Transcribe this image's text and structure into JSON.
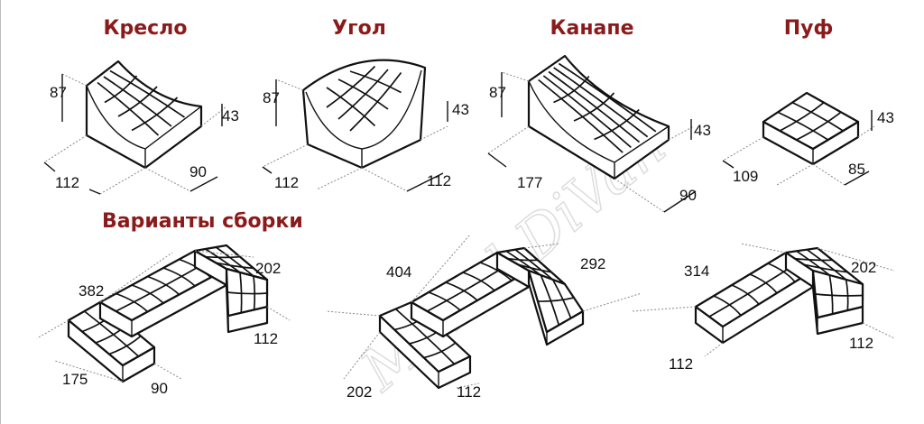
{
  "titles": {
    "armchair": "Кресло",
    "corner": "Угол",
    "canape": "Канапе",
    "pouf": "Пуф",
    "assembly": "Варианты сборки"
  },
  "watermark": "Mebel DiVan",
  "modules": {
    "armchair": {
      "height": "87",
      "seat_height": "43",
      "width": "112",
      "depth": "90"
    },
    "corner": {
      "height": "87",
      "seat_height": "43",
      "width_left": "112",
      "width_right": "112"
    },
    "canape": {
      "height": "87",
      "seat_height": "43",
      "length": "177",
      "depth": "90"
    },
    "pouf": {
      "height": "43",
      "width": "109",
      "depth": "85"
    }
  },
  "assemblies": [
    {
      "back": "382",
      "side": "202",
      "side_depth": "112",
      "chaise": "175",
      "chaise_depth": "90"
    },
    {
      "back": "404",
      "side": "292",
      "chaise": "202",
      "chaise_depth": "112"
    },
    {
      "back": "314",
      "side": "202",
      "side_depth": "112",
      "end_depth": "112"
    }
  ]
}
